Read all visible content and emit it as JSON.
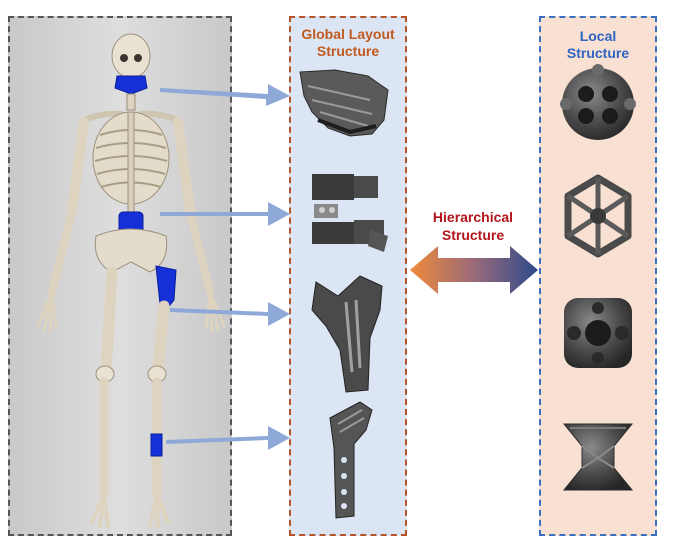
{
  "global_layout": {
    "title_line1": "Global Layout",
    "title_line2": "Structure"
  },
  "local": {
    "title_line1": "Local",
    "title_line2": "Structure"
  },
  "hierarchical": {
    "label_line1": "Hierarchical",
    "label_line2": "Structure"
  },
  "colors": {
    "highlight": "#1430d6",
    "arrow": "#8ea8d8",
    "bone": "#e7dfcf",
    "implant": "#3c3c3c"
  },
  "icons": [
    "skeleton-figure",
    "jaw-implant-icon",
    "vertebra-implant-icon",
    "pelvis-implant-icon",
    "bone-plate-icon",
    "lattice-unit-cell-icon"
  ]
}
